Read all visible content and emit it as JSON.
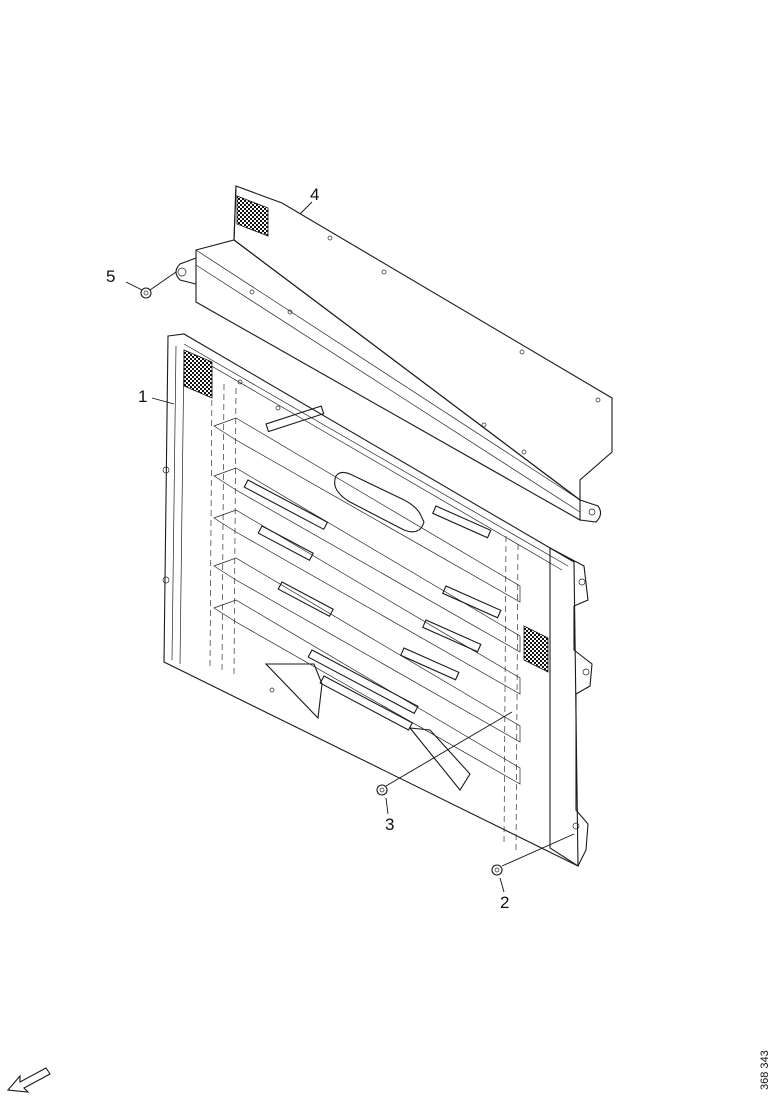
{
  "diagram": {
    "callouts": [
      "1",
      "2",
      "3",
      "4",
      "5"
    ],
    "reference_number": "368 343",
    "orientation_arrow": "front-arrow-icon"
  }
}
